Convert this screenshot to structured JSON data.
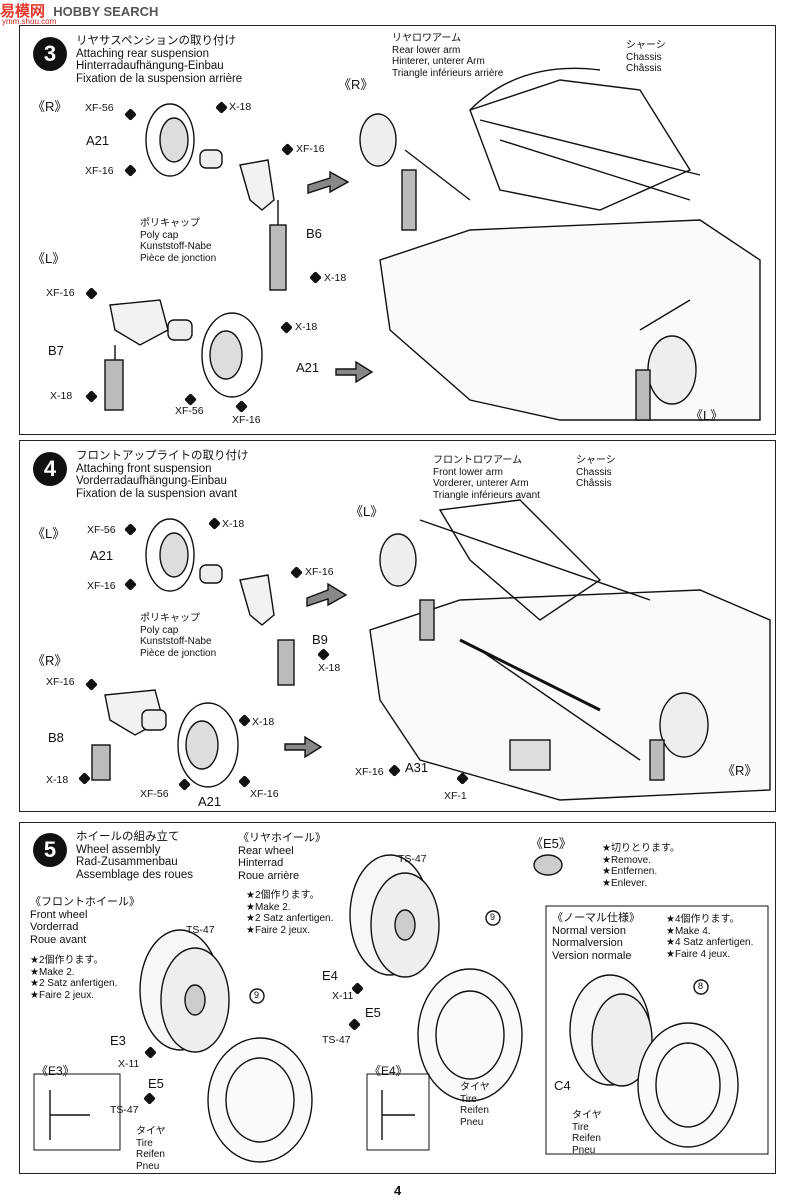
{
  "watermark": {
    "brand": "易模网",
    "search": "HOBBY SEARCH",
    "url": "ymm.shou.com"
  },
  "page_number": "4",
  "step3": {
    "number": "3",
    "title": [
      "リヤサスペンションの取り付け",
      "Attaching rear suspension",
      "Hinterradaufhängung-Einbau",
      "Fixation de la suspension arrière"
    ],
    "side_r": "《R》",
    "side_l": "《L》",
    "side_r2": "《R》",
    "side_l2": "《L》",
    "part_a21_top": "A21",
    "part_a21_bot": "A21",
    "part_b6": "B6",
    "part_b7": "B7",
    "polycap": [
      "ポリキャップ",
      "Poly cap",
      "Kunststoff-Nabe",
      "Pièce de jonction"
    ],
    "rear_arm": [
      "リヤロワアーム",
      "Rear lower arm",
      "Hinterer, unterer Arm",
      "Triangle inférieurs arrière"
    ],
    "chassis": [
      "シャーシ",
      "Chassis",
      "Châssis"
    ],
    "screws": {
      "xf56_a": "XF-56",
      "x18_a": "X-18",
      "xf16_a": "XF-16",
      "xf16_b": "XF-16",
      "x18_b": "X-18",
      "xf16_c": "XF-16",
      "x18_c": "X-18",
      "x18_d": "X-18",
      "xf56_b": "XF-56",
      "xf16_d": "XF-16"
    }
  },
  "step4": {
    "number": "4",
    "title": [
      "フロントアップライトの取り付け",
      "Attaching front suspension",
      "Vorderradaufhängung-Einbau",
      "Fixation de la suspension avant"
    ],
    "side_l": "《L》",
    "side_r": "《R》",
    "side_l2": "《L》",
    "side_r2": "《R》",
    "part_a21_top": "A21",
    "part_a21_bot": "A21",
    "part_b9": "B9",
    "part_b8": "B8",
    "part_a31": "A31",
    "polycap": [
      "ポリキャップ",
      "Poly cap",
      "Kunststoff-Nabe",
      "Pièce de jonction"
    ],
    "front_arm": [
      "フロントロワアーム",
      "Front lower arm",
      "Vorderer, unterer Arm",
      "Triangle inférieurs avant"
    ],
    "chassis": [
      "シャーシ",
      "Chassis",
      "Châssis"
    ],
    "screws": {
      "xf56_a": "XF-56",
      "x18_a": "X-18",
      "xf16_a": "XF-16",
      "xf16_b": "XF-16",
      "x18_b": "X-18",
      "xf16_c": "XF-16",
      "x18_c": "X-18",
      "x18_d": "X-18",
      "xf56_b": "XF-56",
      "xf16_d": "XF-16",
      "xf16_e": "XF-16",
      "xf1": "XF-1"
    }
  },
  "step5": {
    "number": "5",
    "title": [
      "ホイールの組み立て",
      "Wheel assembly",
      "Rad-Zusammenbau",
      "Assemblage des roues"
    ],
    "front_wheel": [
      "《フロントホイール》",
      "Front wheel",
      "Vorderrad",
      "Roue avant"
    ],
    "front_make": [
      "★2個作ります。",
      "★Make 2.",
      "★2 Satz anfertigen.",
      "★Faire 2 jeux."
    ],
    "rear_wheel": [
      "《リヤホイール》",
      "Rear wheel",
      "Hinterrad",
      "Roue arrière"
    ],
    "rear_make": [
      "★2個作ります。",
      "★Make 2.",
      "★2 Satz anfertigen.",
      "★Faire 2 jeux."
    ],
    "e5_label": "《E5》",
    "e5_notes": [
      "★切りとります。",
      "★Remove.",
      "★Entfernen.",
      "★Enlever."
    ],
    "normal_version": [
      "《ノーマル仕様》",
      "Normal version",
      "Normalversion",
      "Version normale"
    ],
    "normal_make": [
      "★4個作ります。",
      "★Make 4.",
      "★4 Satz anfertigen.",
      "★Faire 4 jeux."
    ],
    "ts47_a": "TS-47",
    "ts47_b": "TS-47",
    "ts47_c": "TS-47",
    "ts47_d": "TS-47",
    "x11_a": "X-11",
    "x11_b": "X-11",
    "e3": "E3",
    "e4": "E4",
    "e5_a": "E5",
    "e5_b": "E5",
    "c4": "C4",
    "e3_box": "《E3》",
    "e4_box": "《E4》",
    "num9_a": "9",
    "num9_b": "9",
    "num8": "8",
    "tire_a": [
      "タイヤ",
      "Tire",
      "Reifen",
      "Pneu"
    ],
    "tire_b": [
      "タイヤ",
      "Tire",
      "Reifen",
      "Pneu"
    ],
    "tire_c": [
      "タイヤ",
      "Tire",
      "Reifen",
      "Pneu"
    ]
  }
}
